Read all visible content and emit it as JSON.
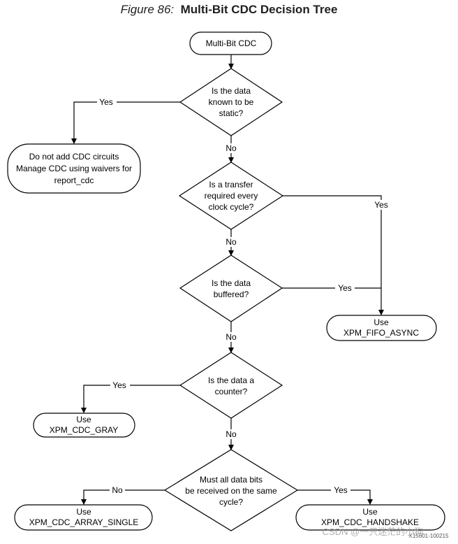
{
  "figure": {
    "number_label": "Figure 86:",
    "title": "Multi-Bit CDC Decision Tree"
  },
  "nodes": {
    "start": [
      "Multi-Bit CDC"
    ],
    "q_static": [
      "Is the data",
      "known to be",
      "static?"
    ],
    "no_cdc": [
      "Do not add CDC circuits",
      "Manage CDC using waivers for",
      "report_cdc"
    ],
    "q_transfer": [
      "Is a transfer",
      "required every",
      "clock cycle?"
    ],
    "q_buffered": [
      "Is the data",
      "buffered?"
    ],
    "fifo": [
      "Use",
      "XPM_FIFO_ASYNC"
    ],
    "q_counter": [
      "Is the data a",
      "counter?"
    ],
    "gray": [
      "Use",
      "XPM_CDC_GRAY"
    ],
    "q_same_cycle": [
      "Must all data bits",
      "be received on the same",
      "cycle?"
    ],
    "array_single": [
      "Use",
      "XPM_CDC_ARRAY_SINGLE"
    ],
    "handshake": [
      "Use",
      "XPM_CDC_HANDSHAKE"
    ]
  },
  "edge_labels": {
    "yes": "Yes",
    "no": "No"
  },
  "doc_id": "X15601-100215",
  "watermark": "CSDN @一只迷茫的小狗"
}
